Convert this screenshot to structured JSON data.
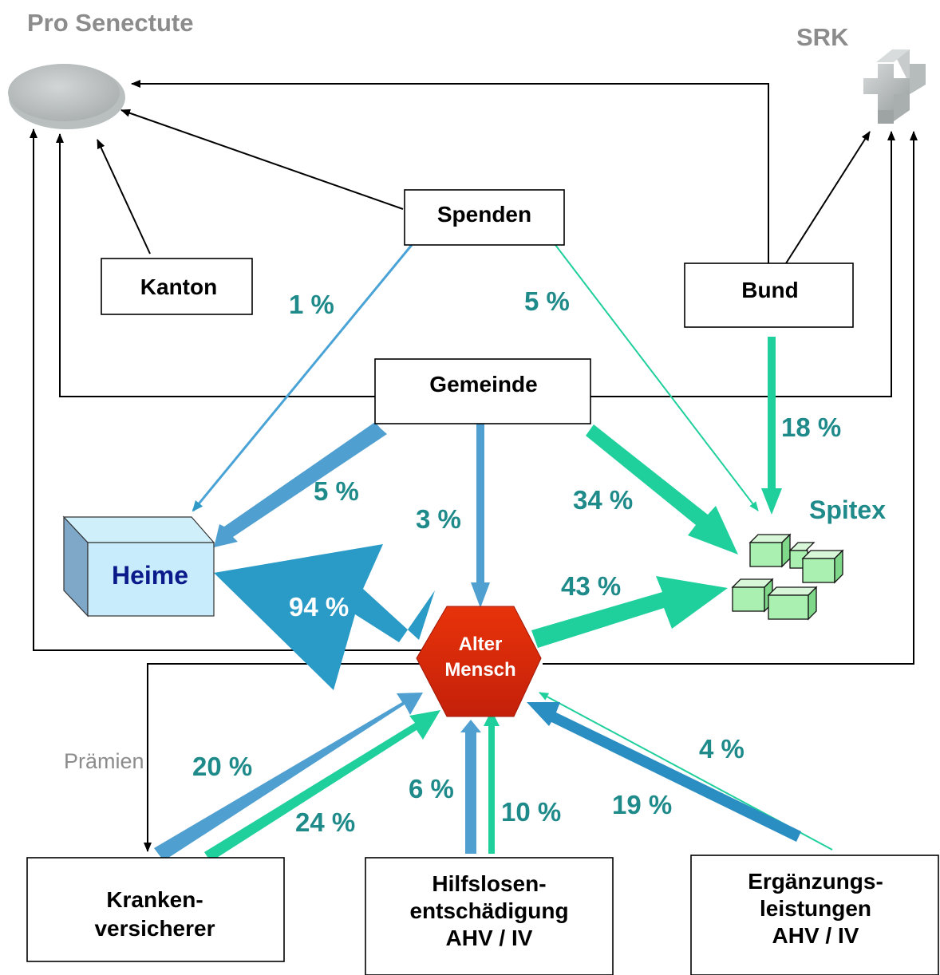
{
  "organizations": {
    "pro_senectute": "Pro Senectute",
    "srk": "SRK"
  },
  "nodes": {
    "spenden": "Spenden",
    "kanton": "Kanton",
    "bund": "Bund",
    "gemeinde": "Gemeinde",
    "heime": "Heime",
    "spitex": "Spitex",
    "alter_mensch": [
      "Alter",
      "Mensch"
    ],
    "krankenversicherer": [
      "Kranken-",
      "versicherer"
    ],
    "hilflosenentschaedigung": [
      "Hilfslosen-",
      "entschädigung",
      "AHV / IV"
    ],
    "ergaenzungsleistungen": [
      "Ergänzungs-",
      "leistungen",
      "AHV / IV"
    ]
  },
  "flows": {
    "spenden_to_heime": "1 %",
    "spenden_to_spitex": "5 %",
    "bund_to_spitex": "18 %",
    "gemeinde_to_heime": "5 %",
    "gemeinde_to_mensch": "3 %",
    "gemeinde_to_spitex": "34 %",
    "mensch_to_heime": "94 %",
    "mensch_to_spitex": "43 %",
    "kranken_blue": "20 %",
    "kranken_green": "24 %",
    "hilflosen_blue": "6 %",
    "hilflosen_green": "10 %",
    "ergaenzung_green": "4 %",
    "ergaenzung_blue": "19 %"
  },
  "annotations": {
    "praemien": "Prämien"
  },
  "colors": {
    "teal_text": "#1f8a8a",
    "blue_arrow": "#2f9ac8",
    "green_arrow": "#1fcf9c",
    "person_red": "#e8330a",
    "gray_text": "#8c8c8c"
  }
}
